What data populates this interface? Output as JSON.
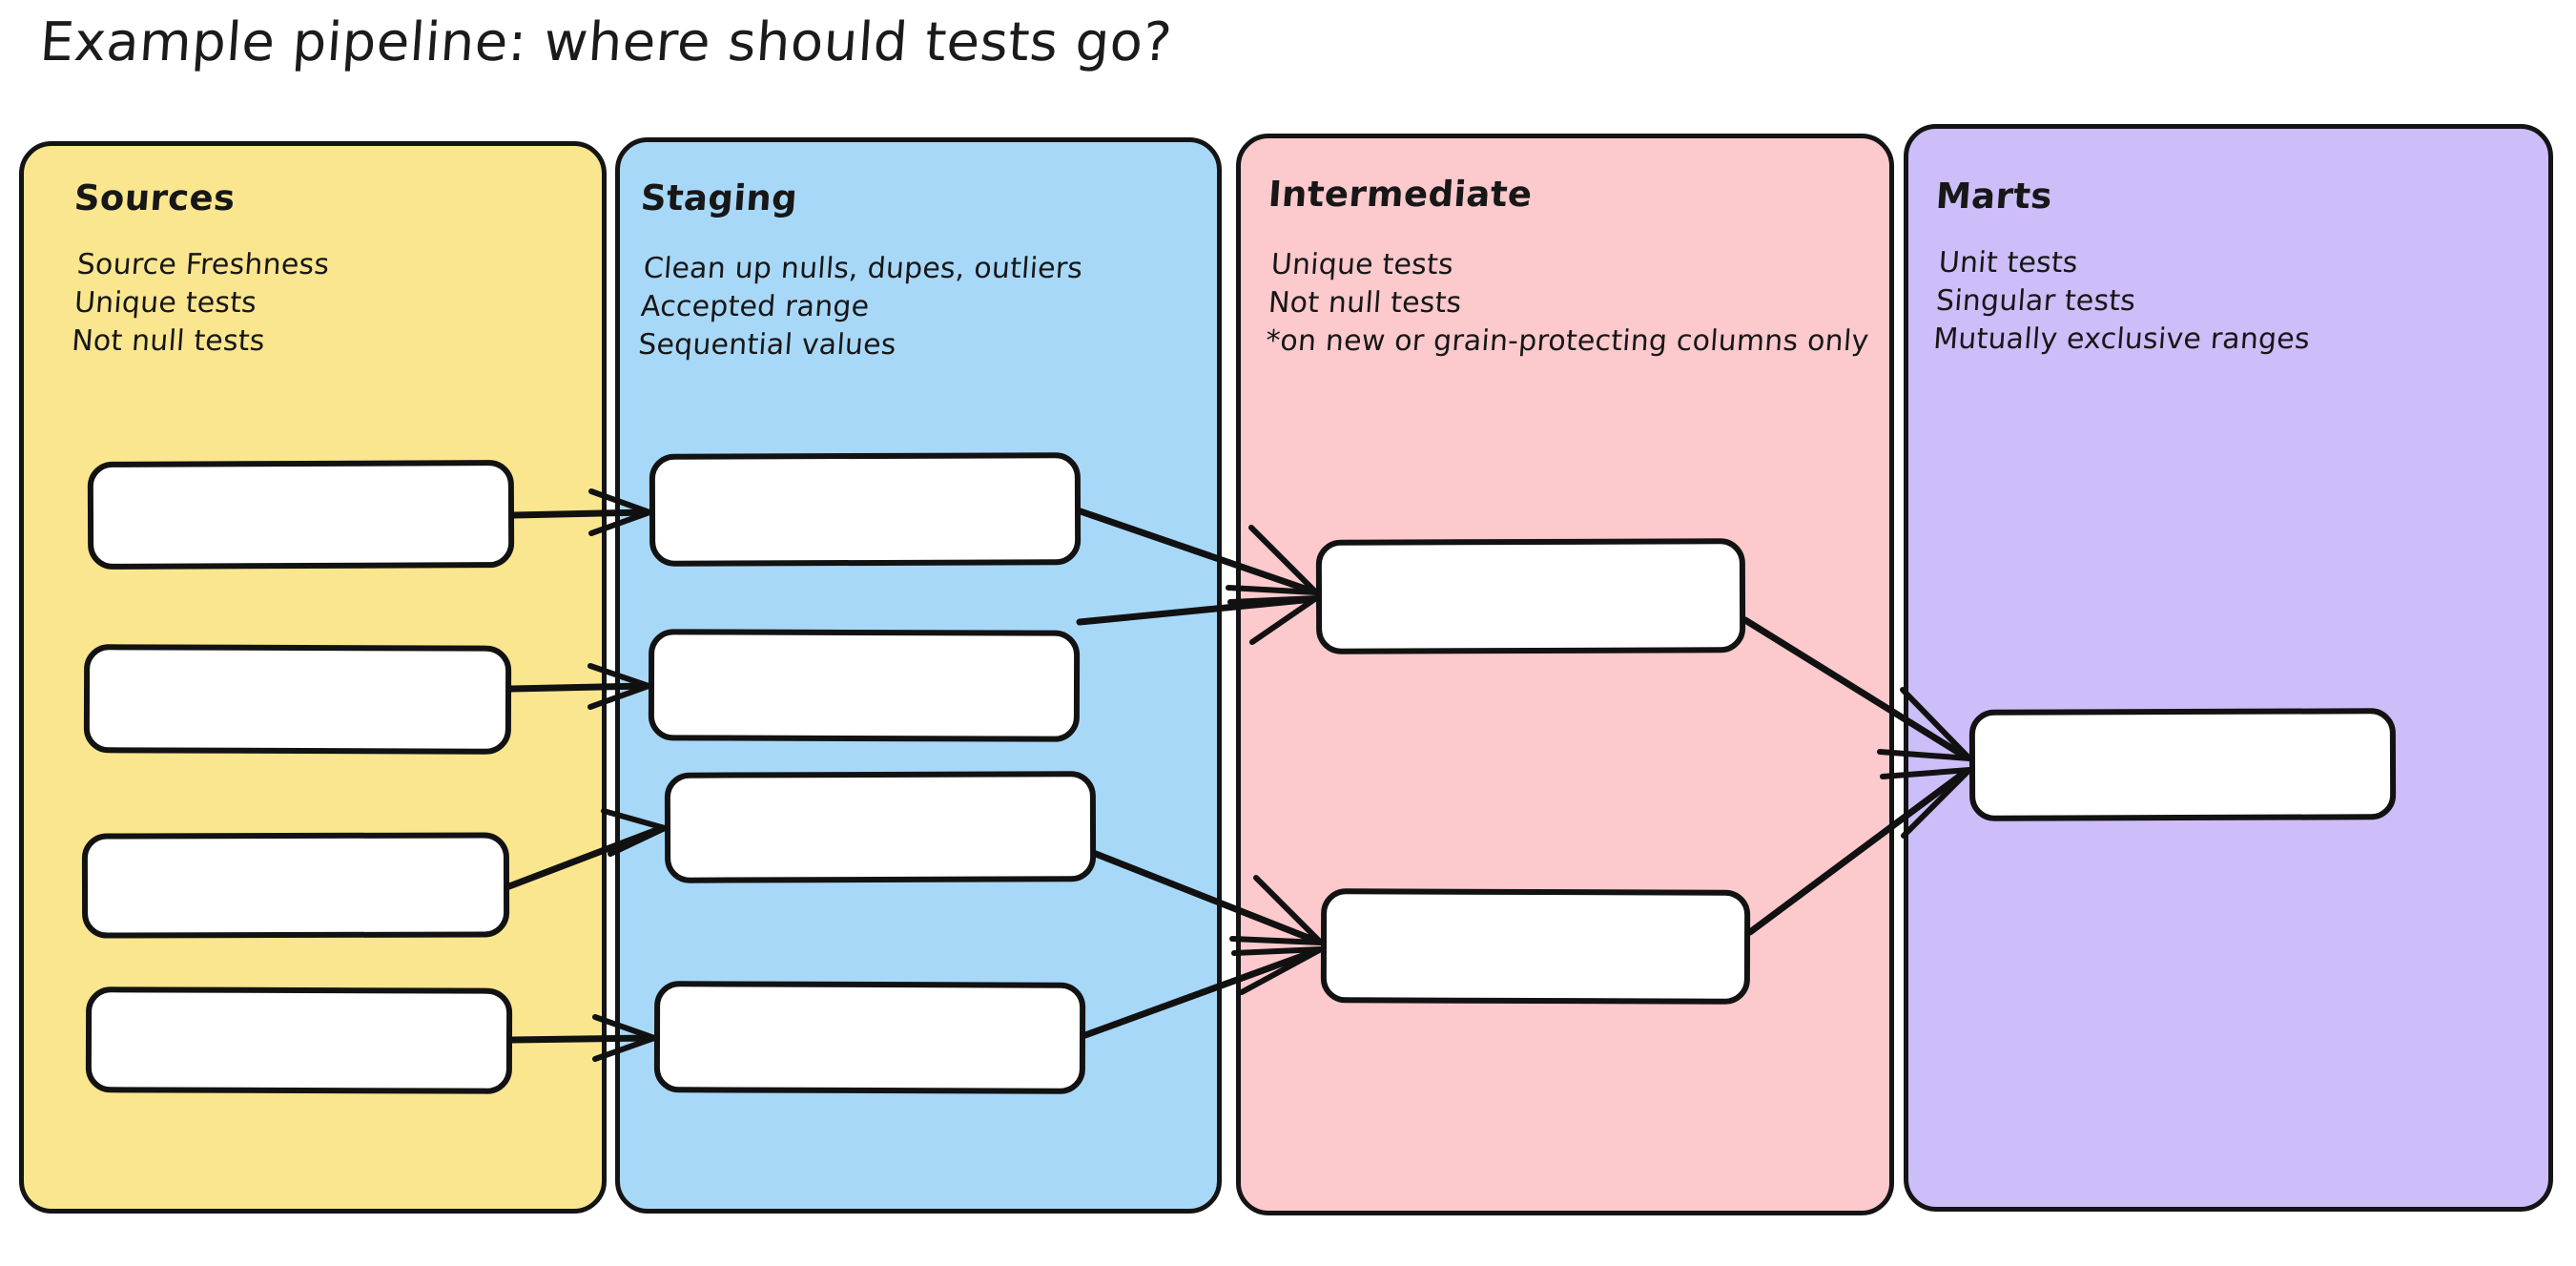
{
  "title": "Example pipeline: where should tests go?",
  "colors": {
    "sources": "#fae68f",
    "staging": "#a8d8f8",
    "intermediate": "#fcc9cd",
    "marts": "#cdbdf8",
    "stroke": "#141414",
    "node_fill": "#ffffff",
    "background": "#ffffff"
  },
  "lanes": [
    {
      "id": "sources",
      "title": "Sources",
      "notes": "Source Freshness\nUnique tests\nNot null tests",
      "notes_lines": [
        "Source Freshness",
        "Unique tests",
        "Not null tests"
      ],
      "node_count": 4
    },
    {
      "id": "staging",
      "title": "Staging",
      "notes": "Clean up nulls, dupes, outliers\nAccepted range\nSequential values",
      "notes_lines": [
        "Clean up nulls, dupes, outliers",
        "Accepted range",
        "Sequential values"
      ],
      "node_count": 4
    },
    {
      "id": "intermediate",
      "title": "Intermediate",
      "notes": "Unique tests\nNot null tests\n*on new or grain-protecting columns only",
      "notes_lines": [
        "Unique tests",
        "Not null tests",
        "*on new or grain-protecting columns only"
      ],
      "node_count": 2
    },
    {
      "id": "marts",
      "title": "Marts",
      "notes": "Unit tests\nSingular tests\nMutually exclusive ranges",
      "notes_lines": [
        "Unit tests",
        "Singular tests",
        "Mutually exclusive ranges"
      ],
      "node_count": 1
    }
  ],
  "nodes": [
    {
      "id": "src-1",
      "lane": "sources",
      "label": ""
    },
    {
      "id": "src-2",
      "lane": "sources",
      "label": ""
    },
    {
      "id": "src-3",
      "lane": "sources",
      "label": ""
    },
    {
      "id": "src-4",
      "lane": "sources",
      "label": ""
    },
    {
      "id": "stg-1",
      "lane": "staging",
      "label": ""
    },
    {
      "id": "stg-2",
      "lane": "staging",
      "label": ""
    },
    {
      "id": "stg-3",
      "lane": "staging",
      "label": ""
    },
    {
      "id": "stg-4",
      "lane": "staging",
      "label": ""
    },
    {
      "id": "int-1",
      "lane": "intermediate",
      "label": ""
    },
    {
      "id": "int-2",
      "lane": "intermediate",
      "label": ""
    },
    {
      "id": "mart-1",
      "lane": "marts",
      "label": ""
    }
  ],
  "edges": [
    {
      "from": "src-1",
      "to": "stg-1"
    },
    {
      "from": "src-2",
      "to": "stg-2"
    },
    {
      "from": "src-3",
      "to": "stg-3"
    },
    {
      "from": "src-4",
      "to": "stg-4"
    },
    {
      "from": "stg-1",
      "to": "int-1"
    },
    {
      "from": "stg-2",
      "to": "int-1"
    },
    {
      "from": "stg-3",
      "to": "int-2"
    },
    {
      "from": "stg-4",
      "to": "int-2"
    },
    {
      "from": "int-1",
      "to": "mart-1"
    },
    {
      "from": "int-2",
      "to": "mart-1"
    }
  ]
}
